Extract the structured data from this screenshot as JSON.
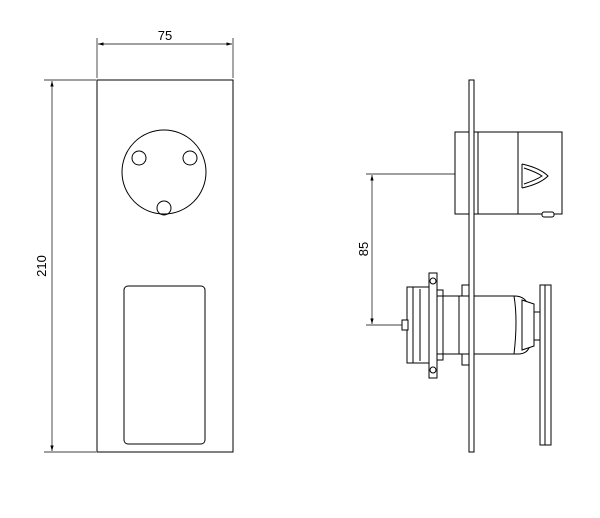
{
  "dimensions": {
    "width_label": "75",
    "height_label": "210",
    "offset_label": "85"
  }
}
